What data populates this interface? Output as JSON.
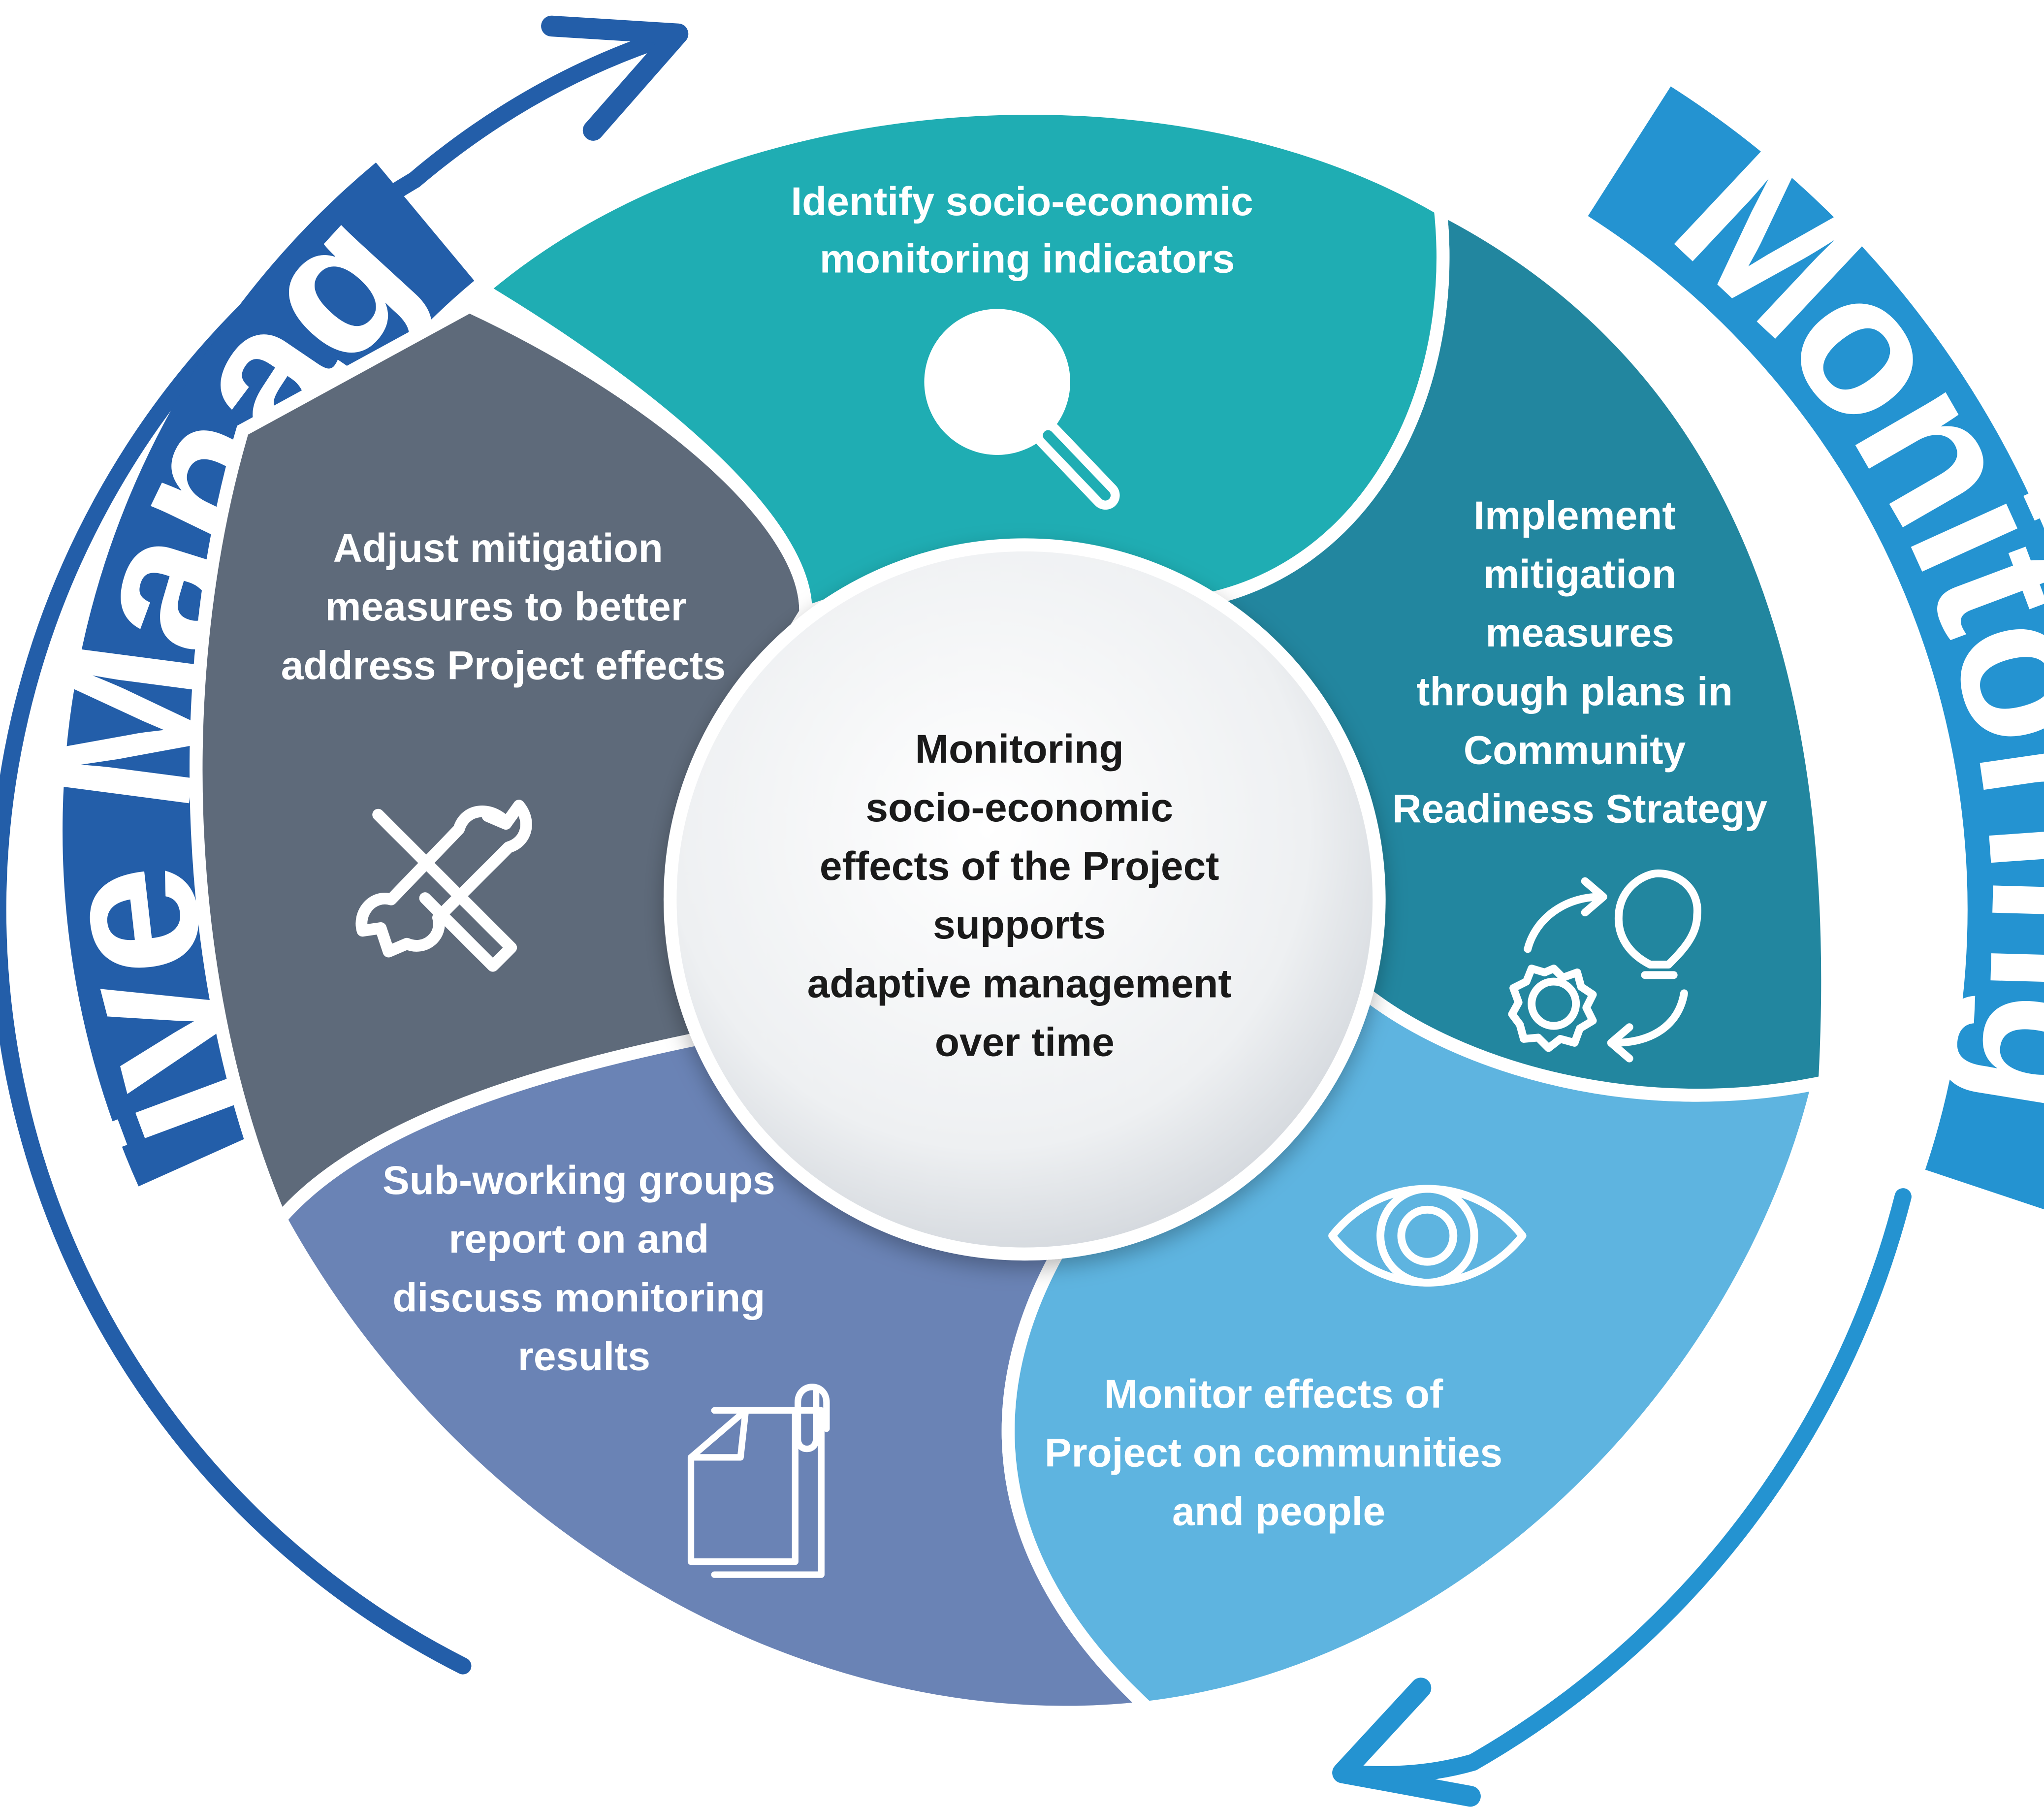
{
  "center": {
    "lines": [
      "Monitoring",
      "socio-economic",
      "effects of the Project",
      "supports",
      "adaptive management",
      "over time"
    ]
  },
  "segments": [
    {
      "id": "identify",
      "color": "#1fadb3",
      "lines": [
        "Identify socio-economic",
        "monitoring indicators"
      ],
      "icon": "magnifier-icon"
    },
    {
      "id": "implement",
      "color": "#22869f",
      "lines": [
        "Implement",
        "mitigation",
        "measures",
        "through plans in",
        "Community",
        "Readiness Strategy"
      ],
      "icon": "cycle-lightbulb-gear-icon"
    },
    {
      "id": "monitor",
      "color": "#5eb4e0",
      "lines": [
        "Monitor effects of",
        "Project on communities",
        "and people"
      ],
      "icon": "eye-icon"
    },
    {
      "id": "subgroups",
      "color": "#6a83b5",
      "lines": [
        "Sub-working groups",
        "report on and",
        "discuss monitoring",
        "results"
      ],
      "icon": "documents-paperclip-icon"
    },
    {
      "id": "adjust",
      "color": "#5e6a7a",
      "lines": [
        "Adjust mitigation",
        "measures to better",
        "address Project effects"
      ],
      "icon": "wrench-screwdriver-icon"
    }
  ],
  "bands": {
    "adaptive_management": {
      "label": "Adaptive Management",
      "color": "#235ea9"
    },
    "monitoring": {
      "label": "Monitoring",
      "color": "#2493d1"
    }
  }
}
